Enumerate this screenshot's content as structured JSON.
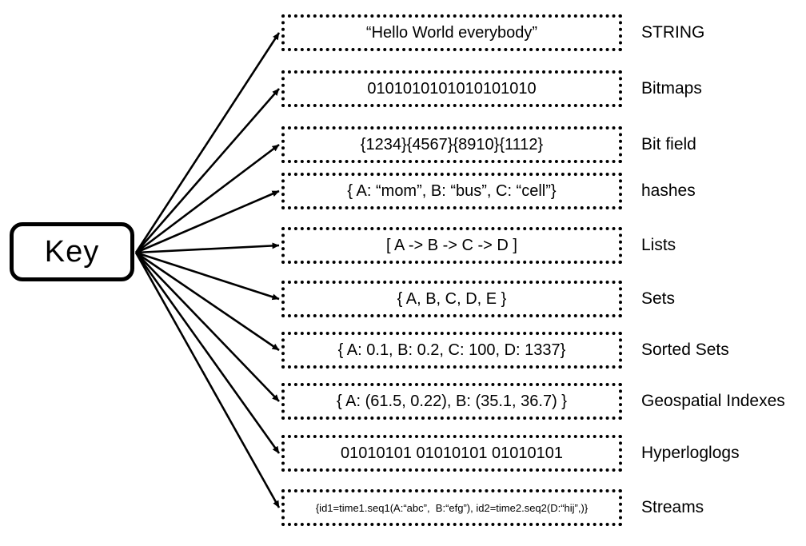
{
  "key": {
    "label": "Key"
  },
  "rows": [
    {
      "content": "“Hello World everybody”",
      "label": "STRING"
    },
    {
      "content": "0101010101010101010",
      "label": "Bitmaps"
    },
    {
      "content": "{1234}{4567}{8910}{1112}",
      "label": "Bit field"
    },
    {
      "content": "{ A: “mom”, B: “bus”, C: “cell”}",
      "label": "hashes"
    },
    {
      "content": "[ A -> B -> C -> D ]",
      "label": "Lists"
    },
    {
      "content": "{ A, B, C, D, E }",
      "label": "Sets"
    },
    {
      "content": "{ A: 0.1, B: 0.2, C: 100, D: 1337}",
      "label": "Sorted Sets"
    },
    {
      "content": "{ A: (61.5, 0.22), B: (35.1, 36.7) }",
      "label": "Geospatial Indexes"
    },
    {
      "content": "01010101 01010101 01010101",
      "label": "Hyperloglogs"
    },
    {
      "content": "{id1=time1.seq1(A:“abc”,  B:“efg”), id2=time2.seq2(D:“hij”,)}",
      "label": "Streams",
      "small": true
    }
  ],
  "colors": {
    "ink": "#000000",
    "background": "#ffffff"
  }
}
